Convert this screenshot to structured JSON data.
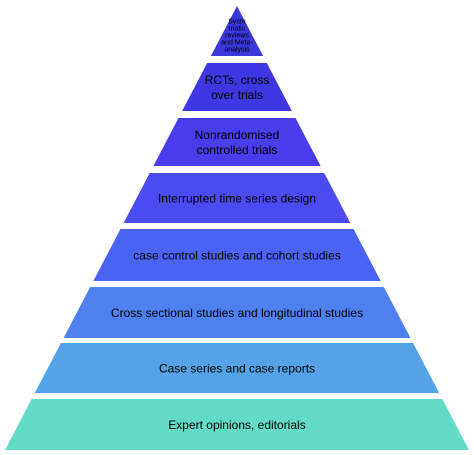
{
  "pyramid": {
    "levels": [
      {
        "lines": [
          "Syste",
          "matic",
          "reviews",
          "and Meta-",
          "analysis"
        ],
        "color": "#3a38d9"
      },
      {
        "lines": [
          "RCTs, cross",
          "over trials"
        ],
        "color": "#4037e3"
      },
      {
        "lines": [
          "Nonrandomised",
          "controlled trials"
        ],
        "color": "#4a3cea"
      },
      {
        "lines": [
          "Interrupted time series design"
        ],
        "color": "#4a4bf0"
      },
      {
        "lines": [
          "case control studies and cohort studies"
        ],
        "color": "#4b63f2"
      },
      {
        "lines": [
          "Cross sectional studies and longitudinal studies"
        ],
        "color": "#4f80f0"
      },
      {
        "lines": [
          "Case series and case reports"
        ],
        "color": "#55a3e6"
      },
      {
        "lines": [
          "Expert opinions, editorials"
        ],
        "color": "#63dcc6"
      }
    ]
  }
}
